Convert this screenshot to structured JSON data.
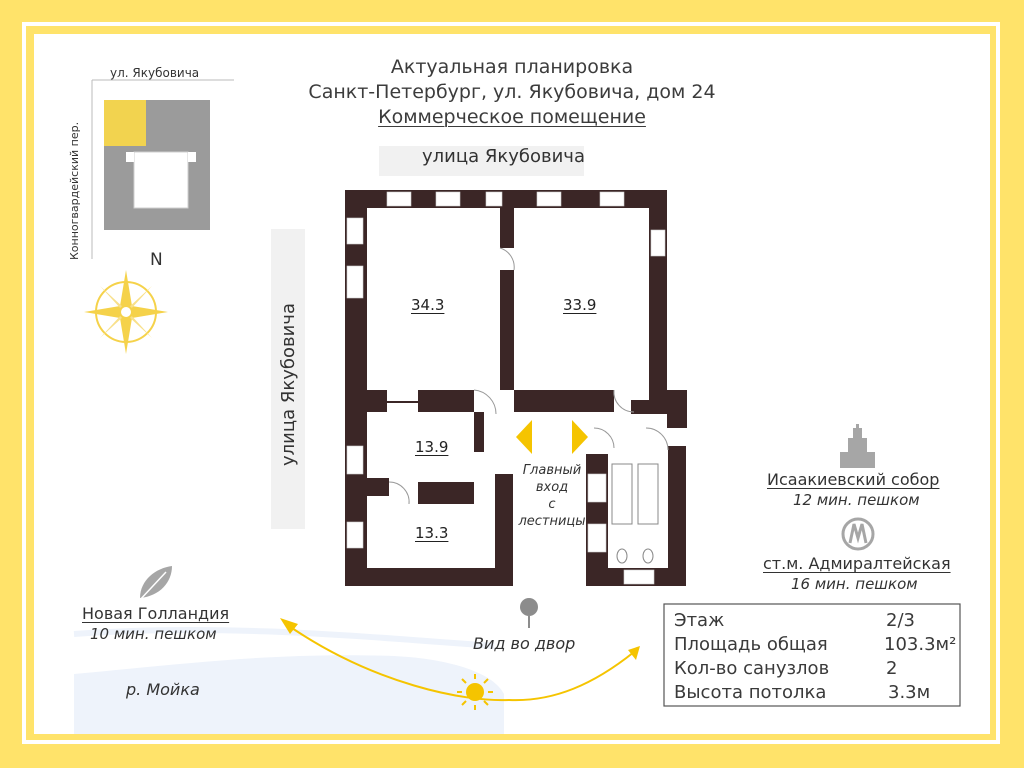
{
  "header": {
    "line1": "Актуальная планировка",
    "line2": "Санкт-Петербург, ул. Якубовича, дом 24",
    "line3": "Коммерческое помещение"
  },
  "minimap": {
    "street_top": "ул. Якубовича",
    "street_left": "Конногвардейский пер.",
    "north_label": "N"
  },
  "streets": {
    "top": "улица Якубовича",
    "left": "улица Якубовича"
  },
  "rooms": [
    {
      "label": "34.3"
    },
    {
      "label": "33.9"
    },
    {
      "label": "13.9"
    },
    {
      "label": "13.3"
    }
  ],
  "entrance": {
    "line1": "Главный",
    "line2": "вход",
    "line3": "с",
    "line4": "лестницы"
  },
  "landmarks": {
    "cathedral": {
      "name": "Исаакиевский собор",
      "time": "12 мин. пешком"
    },
    "metro": {
      "name": "ст.м. Адмиралтейская",
      "time": "16 мин. пешком"
    },
    "holland": {
      "name": "Новая Голландия",
      "time": "10 мин. пешком"
    },
    "river": "р. Мойка",
    "yard_view": "Вид во двор"
  },
  "info": [
    {
      "label": "Этаж",
      "value": "2/3"
    },
    {
      "label": "Площадь общая",
      "value": "103.3м²"
    },
    {
      "label": "Кол-во санузлов",
      "value": "2"
    },
    {
      "label": "Высота потолка",
      "value": "3.3м"
    }
  ],
  "colors": {
    "frame": "#ffe36a",
    "accent": "#f5c400",
    "wall": "#3b2626",
    "minimap_block": "#9b9b9b",
    "minimap_highlight": "#f2d34f"
  }
}
